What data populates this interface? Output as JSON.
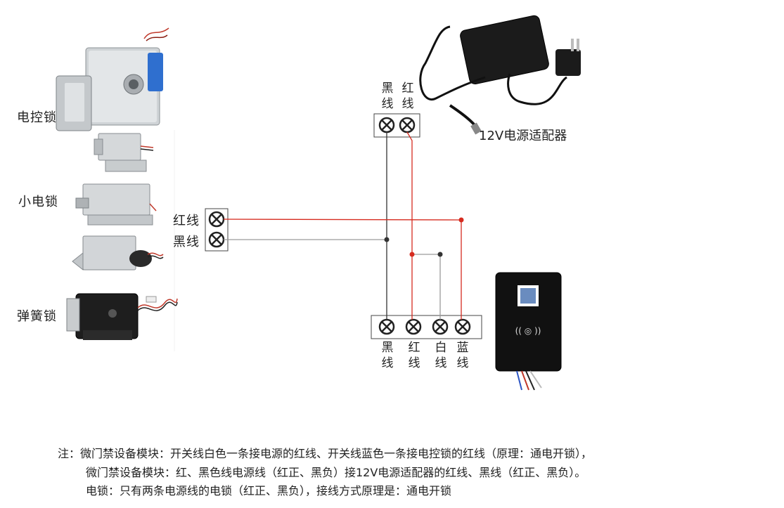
{
  "lock_labels": {
    "electric_control_lock": "电控锁",
    "small_electric_lock": "小电锁",
    "spring_lock": "弹簧锁"
  },
  "input_terminal": {
    "red_wire": "红线",
    "black_wire": "黑线"
  },
  "power_terminal": {
    "black": [
      "黑",
      "线"
    ],
    "red": [
      "红",
      "线"
    ]
  },
  "adapter_label": "12V电源适配器",
  "access_module_terminal": {
    "black": [
      "黑",
      "线"
    ],
    "red": [
      "红",
      "线"
    ],
    "white": [
      "白",
      "线"
    ],
    "blue": [
      "蓝",
      "线"
    ]
  },
  "notes": {
    "line1": "注：微门禁设备模块：开关线白色一条接电源的红线、开关线蓝色一条接电控锁的红线（原理：通电开锁），",
    "line2": "微门禁设备模块：红、黑色线电源线（红正、黑负）接12V电源适配器的红线、黑线（红正、黑负）。",
    "line3": "电锁：只有两条电源线的电锁（红正、黑负），接线方式原理是：通电开锁"
  },
  "colors": {
    "red_wire": "#d62b1f",
    "black_wire": "#222222",
    "gray_wire": "#9a9a9a"
  }
}
